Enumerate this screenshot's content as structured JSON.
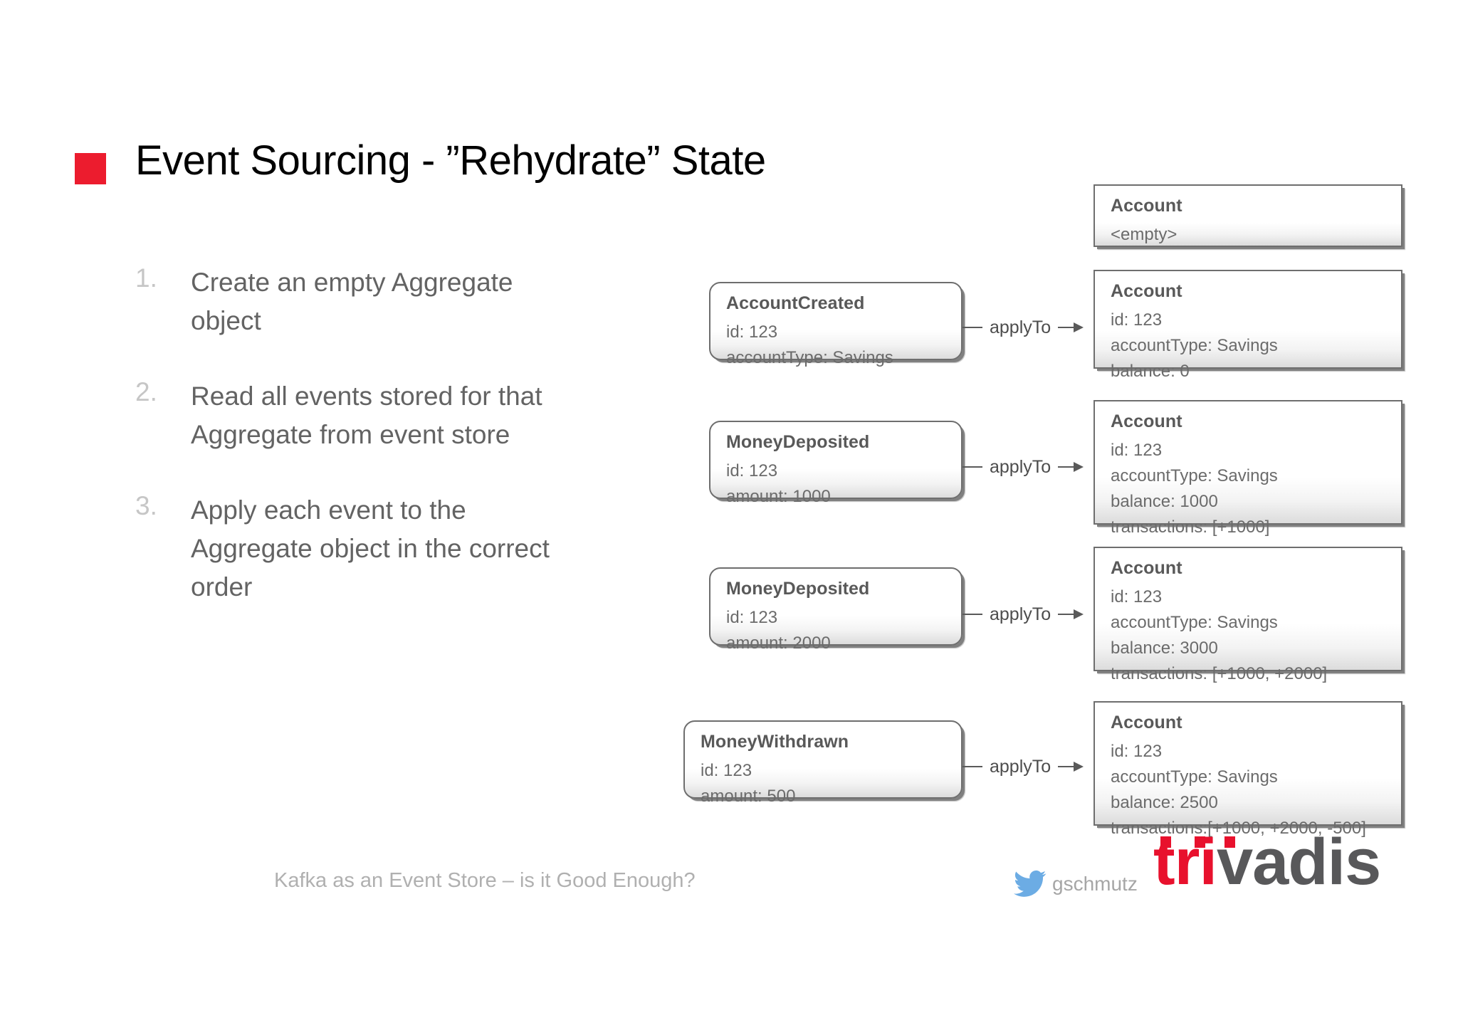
{
  "slide": {
    "title": "Event Sourcing - ”Rehydrate” State",
    "accent_color": "#EC1C2E"
  },
  "steps": [
    {
      "num": "1.",
      "text": "Create an empty Aggregate object"
    },
    {
      "num": "2.",
      "text": "Read all events stored for that Aggregate from event store"
    },
    {
      "num": "3.",
      "text": "Apply each event to the Aggregate object in the correct order"
    }
  ],
  "diagram": {
    "connector_label": "applyTo",
    "initial_state": {
      "title": "Account",
      "lines": [
        "<empty>"
      ]
    },
    "rows": [
      {
        "event": {
          "title": "AccountCreated",
          "lines": [
            "id: 123",
            "accountType: Savings"
          ]
        },
        "state": {
          "title": "Account",
          "lines": [
            "id: 123",
            "accountType: Savings",
            "balance: 0"
          ]
        }
      },
      {
        "event": {
          "title": "MoneyDeposited",
          "lines": [
            "id: 123",
            "amount: 1000"
          ]
        },
        "state": {
          "title": "Account",
          "lines": [
            "id: 123",
            "accountType: Savings",
            "balance: 1000",
            "transactions: [+1000]"
          ]
        }
      },
      {
        "event": {
          "title": "MoneyDeposited",
          "lines": [
            "id: 123",
            "amount: 2000"
          ]
        },
        "state": {
          "title": "Account",
          "lines": [
            "id: 123",
            "accountType: Savings",
            "balance: 3000",
            "transactions: [+1000, +2000]"
          ]
        }
      },
      {
        "event": {
          "title": "MoneyWithdrawn",
          "lines": [
            "id: 123",
            "amount: 500"
          ]
        },
        "state": {
          "title": "Account",
          "lines": [
            "id: 123",
            "accountType: Savings",
            "balance: 2500",
            "transactions:[+1000, +2000, -500]"
          ]
        }
      }
    ]
  },
  "footer": {
    "text": "Kafka as an Event Store – is it Good Enough?",
    "twitter_handle": "gschmutz",
    "brand_part1": "tri",
    "brand_part2": "vadis",
    "brand_color_1": "#E8112D",
    "brand_color_2": "#58585A"
  }
}
